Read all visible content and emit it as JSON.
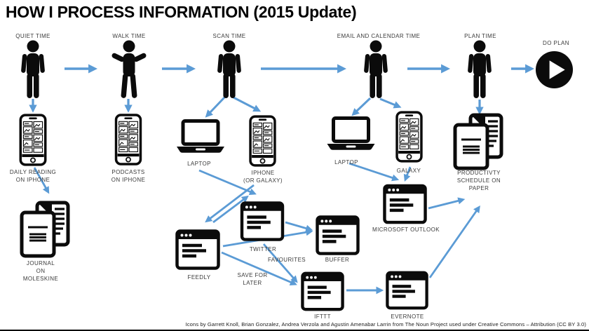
{
  "title": "HOW I PROCESS INFORMATION (2015 Update)",
  "stages": {
    "quiet": "QUIET TIME",
    "walk": "WALK TIME",
    "scan": "SCAN TIME",
    "email": "EMAIL AND CALENDAR TIME",
    "plan": "PLAN TIME",
    "do_plan": "DO PLAN"
  },
  "nodes": {
    "daily_reading": "DAILY READING\nON IPHONE",
    "podcasts": "PODCASTS\nON IPHONE",
    "laptop_scan": "LAPTOP",
    "iphone_scan": "IPHONE\n(OR GALAXY)",
    "laptop_email": "LAPTOP",
    "galaxy": "GALAXY",
    "journal": "JOURNAL\nON\nMOLESKINE",
    "schedule": "PRODUCTIVTY\nSCHEDULE ON\nPAPER",
    "feedly": "FEEDLY",
    "twitter": "TWITTER",
    "buffer": "BUFFER",
    "ifttt": "IFTTT",
    "evernote": "EVERNOTE",
    "outlook": "MICROSOFT OUTLOOK"
  },
  "edge_labels": {
    "favourites": "FAVOURITES",
    "save_for_later": "SAVE FOR\nLATER"
  },
  "edges": [
    {
      "from": "quiet",
      "to": "walk"
    },
    {
      "from": "walk",
      "to": "scan"
    },
    {
      "from": "scan",
      "to": "email"
    },
    {
      "from": "email",
      "to": "plan"
    },
    {
      "from": "plan",
      "to": "do_plan"
    },
    {
      "from": "quiet",
      "to": "daily_reading"
    },
    {
      "from": "walk",
      "to": "podcasts"
    },
    {
      "from": "plan",
      "to": "schedule"
    },
    {
      "from": "scan",
      "to": "laptop_scan"
    },
    {
      "from": "scan",
      "to": "iphone_scan"
    },
    {
      "from": "email",
      "to": "laptop_email"
    },
    {
      "from": "email",
      "to": "galaxy"
    },
    {
      "from": "daily_reading",
      "to": "journal"
    },
    {
      "from": "laptop_scan",
      "to": "twitter"
    },
    {
      "from": "iphone_scan",
      "to": "feedly"
    },
    {
      "from": "feedly",
      "to": "twitter"
    },
    {
      "from": "feedly",
      "to": "buffer"
    },
    {
      "from": "twitter",
      "to": "buffer"
    },
    {
      "from": "feedly",
      "to": "ifttt",
      "label": "SAVE FOR\nLATER"
    },
    {
      "from": "twitter",
      "to": "ifttt",
      "label": "FAVOURITES"
    },
    {
      "from": "ifttt",
      "to": "evernote"
    },
    {
      "from": "laptop_email",
      "to": "outlook"
    },
    {
      "from": "galaxy",
      "to": "outlook"
    },
    {
      "from": "outlook",
      "to": "schedule"
    },
    {
      "from": "evernote",
      "to": "schedule"
    }
  ],
  "icons": {
    "person_standing": "standing-person-pictogram",
    "person_walking": "walking-person-pictogram",
    "smartphone": "smartphone-with-article-feed",
    "laptop": "laptop-computer",
    "documents": "stacked-paper-documents",
    "app_window": "browser-app-window",
    "play": "play-button-circle"
  },
  "colors": {
    "arrow": "#5B9BD5",
    "icon": "#0b0b0b",
    "label": "#3b3b3b",
    "title": "#000000"
  },
  "footer": "Icons by Garrett Knoll, Brian Gonzalez, Andrea Verzola and Agustin Amenabar Larrin from The Noun Project used under Creative Commons – Attribution (CC BY 3.0)"
}
